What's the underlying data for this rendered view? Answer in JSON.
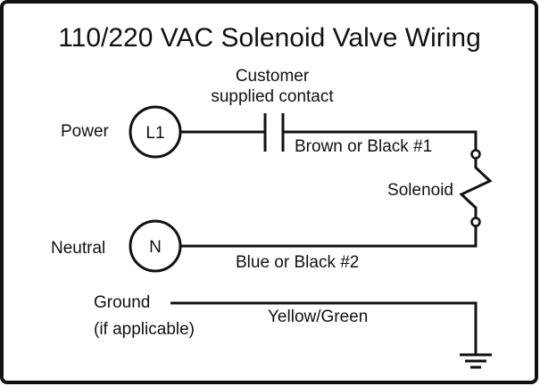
{
  "title": "110/220 VAC Solenoid Valve Wiring",
  "labels": {
    "power": "Power",
    "neutral": "Neutral",
    "ground_line1": "Ground",
    "ground_line2": "(if applicable)",
    "contact_line1": "Customer",
    "contact_line2": "supplied contact",
    "wire1": "Brown or Black #1",
    "wire2": "Blue or Black #2",
    "solenoid": "Solenoid",
    "ground_wire": "Yellow/Green"
  },
  "terminals": {
    "l1": "L1",
    "n": "N"
  },
  "colors": {
    "stroke": "#111111",
    "background": "#ffffff"
  }
}
